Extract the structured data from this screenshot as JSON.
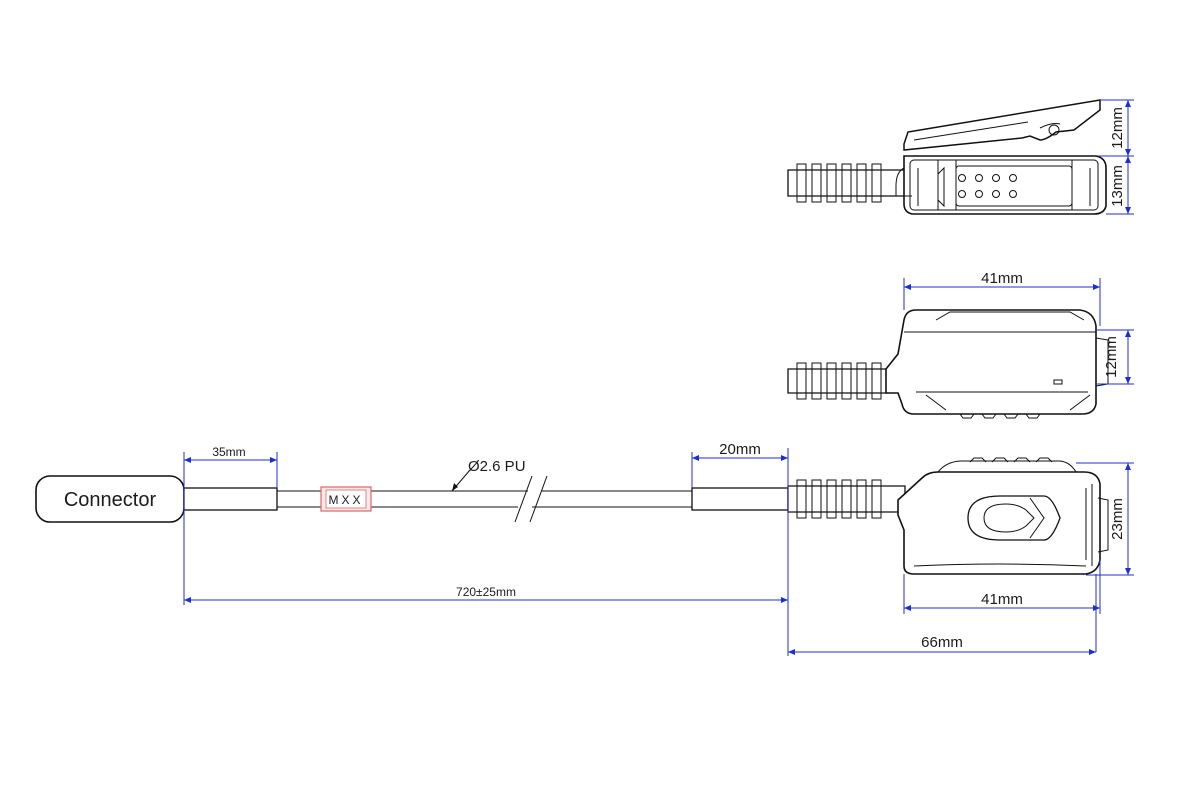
{
  "connector_label": "Connector",
  "sleeve_marking": "MXX",
  "cable_spec": "Ø2.6 PU",
  "dimensions": {
    "left_boot_length": "35mm",
    "right_boot_length": "20mm",
    "cable_length": "720±25mm",
    "clip_width_front": "41mm",
    "clip_height_front": "23mm",
    "overall_clip_length": "66mm",
    "top_view_width": "41mm",
    "top_view_height": "12mm",
    "side_view_top_height": "12mm",
    "side_view_bottom_height": "13mm"
  },
  "colors": {
    "dimension_line": "#1d2fd1",
    "outline": "#111111",
    "marking_box": "#e06666"
  }
}
